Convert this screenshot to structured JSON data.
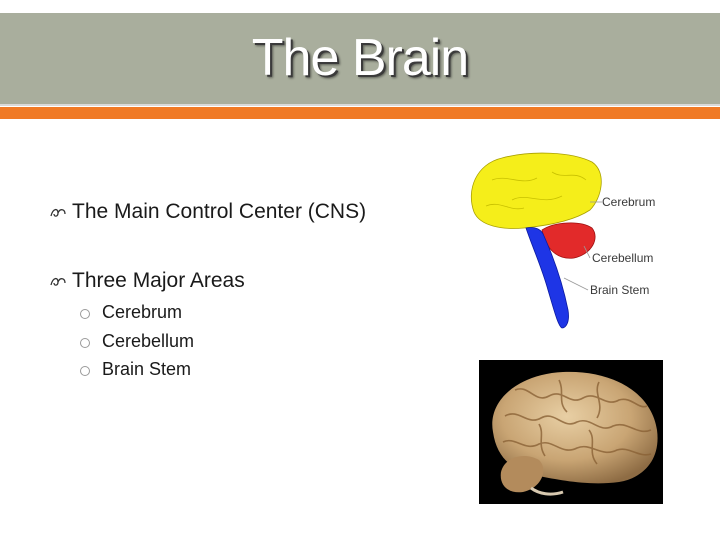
{
  "slide": {
    "title": "The Brain",
    "bullets": [
      {
        "text": "The Main Control Center (CNS)"
      },
      {
        "text": "Three Major Areas",
        "subitems": [
          "Cerebrum",
          "Cerebellum",
          "Brain Stem"
        ]
      }
    ]
  },
  "diagram": {
    "labels": {
      "cerebrum": "Cerebrum",
      "cerebellum": "Cerebellum",
      "brain_stem": "Brain Stem"
    }
  },
  "colors": {
    "title_bar": "#a9ae9d",
    "accent_bar": "#f07a25",
    "cerebrum": "#f5ee1a",
    "cerebellum": "#e22a2a",
    "brain_stem": "#1e35e6"
  },
  "icons": {
    "bullet": "curl-bullet-icon",
    "sub_bullet": "circle-bullet-icon"
  }
}
